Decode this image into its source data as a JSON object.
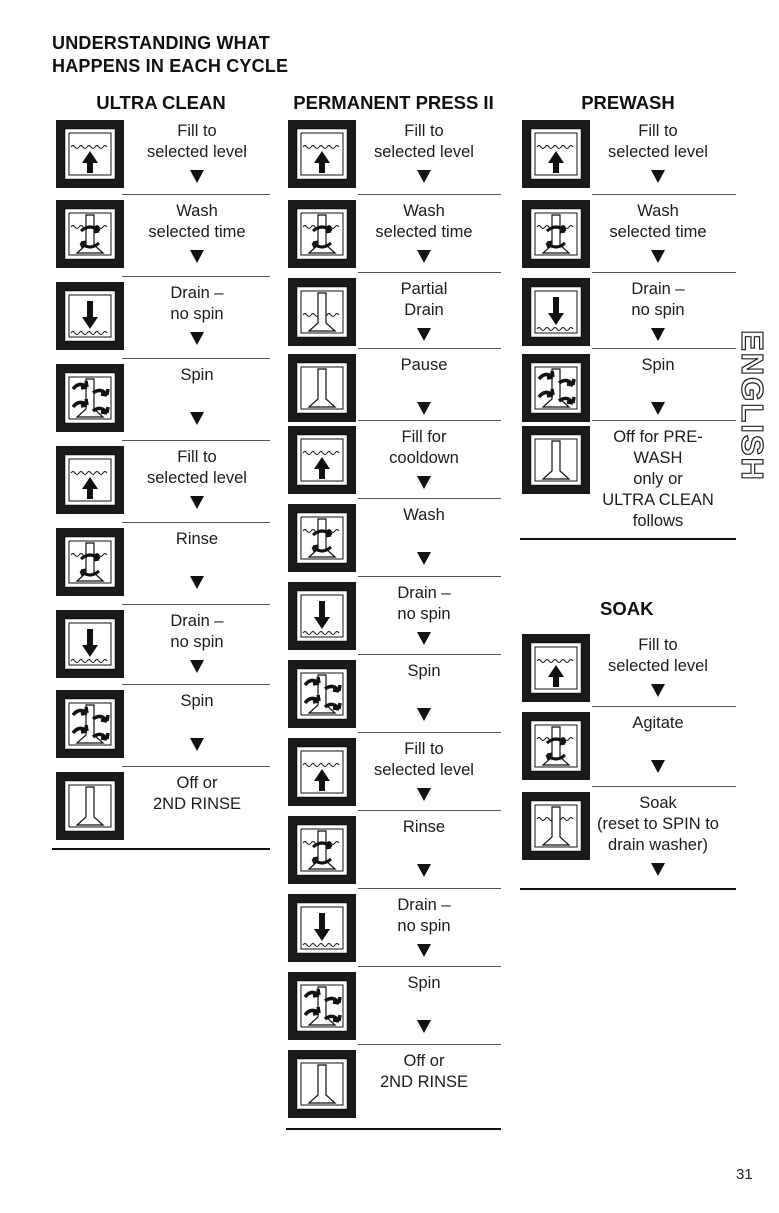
{
  "heading": {
    "line1": "UNDERSTANDING WHAT",
    "line2": "HAPPENS IN EACH CYCLE"
  },
  "side_tab": "ENGLISH",
  "page_number": "31",
  "columns": [
    {
      "title": "ULTRA CLEAN",
      "steps": [
        {
          "icon": "fill-icon",
          "lines": [
            "Fill to",
            "selected level"
          ],
          "arrow": true
        },
        {
          "icon": "wash-icon",
          "lines": [
            "Wash",
            "selected time"
          ],
          "arrow": true
        },
        {
          "icon": "drain-icon",
          "lines": [
            "Drain –",
            "no spin"
          ],
          "arrow": true
        },
        {
          "icon": "spin-icon",
          "lines": [
            "Spin"
          ],
          "arrow": true
        },
        {
          "icon": "fill-icon",
          "lines": [
            "Fill to",
            "selected level"
          ],
          "arrow": true
        },
        {
          "icon": "rinse-icon",
          "lines": [
            "Rinse"
          ],
          "arrow": true
        },
        {
          "icon": "drain-icon",
          "lines": [
            "Drain –",
            "no spin"
          ],
          "arrow": true
        },
        {
          "icon": "spin-icon",
          "lines": [
            "Spin"
          ],
          "arrow": true
        },
        {
          "icon": "off-icon",
          "lines": [
            "Off or",
            "2ND RINSE"
          ],
          "arrow": false
        }
      ]
    },
    {
      "title": "PERMANENT PRESS II",
      "steps": [
        {
          "icon": "fill-icon",
          "lines": [
            "Fill to",
            "selected level"
          ],
          "arrow": true
        },
        {
          "icon": "wash-icon",
          "lines": [
            "Wash",
            "selected time"
          ],
          "arrow": true
        },
        {
          "icon": "partial-drain-icon",
          "lines": [
            "Partial",
            "Drain"
          ],
          "arrow": true
        },
        {
          "icon": "pause-icon",
          "lines": [
            "Pause"
          ],
          "arrow": true
        },
        {
          "icon": "fill-icon",
          "lines": [
            "Fill for",
            "cooldown"
          ],
          "arrow": true
        },
        {
          "icon": "wash-icon",
          "lines": [
            "Wash"
          ],
          "arrow": true
        },
        {
          "icon": "drain-icon",
          "lines": [
            "Drain –",
            "no spin"
          ],
          "arrow": true
        },
        {
          "icon": "spin-icon",
          "lines": [
            "Spin"
          ],
          "arrow": true
        },
        {
          "icon": "fill-icon",
          "lines": [
            "Fill to",
            "selected level"
          ],
          "arrow": true
        },
        {
          "icon": "rinse-icon",
          "lines": [
            "Rinse"
          ],
          "arrow": true
        },
        {
          "icon": "drain-icon",
          "lines": [
            "Drain –",
            "no spin"
          ],
          "arrow": true
        },
        {
          "icon": "spin-icon",
          "lines": [
            "Spin"
          ],
          "arrow": true
        },
        {
          "icon": "off-icon",
          "lines": [
            "Off or",
            "2ND RINSE"
          ],
          "arrow": false
        }
      ]
    },
    {
      "title": "PREWASH",
      "steps": [
        {
          "icon": "fill-icon",
          "lines": [
            "Fill to",
            "selected level"
          ],
          "arrow": true
        },
        {
          "icon": "wash-icon",
          "lines": [
            "Wash",
            "selected time"
          ],
          "arrow": true
        },
        {
          "icon": "drain-icon",
          "lines": [
            "Drain –",
            "no spin"
          ],
          "arrow": true
        },
        {
          "icon": "spin-icon",
          "lines": [
            "Spin"
          ],
          "arrow": true
        },
        {
          "icon": "off-icon",
          "lines": [
            "Off for PRE-",
            "WASH",
            "only or",
            "ULTRA CLEAN",
            "follows"
          ],
          "arrow": false
        }
      ]
    },
    {
      "title": "SOAK",
      "steps": [
        {
          "icon": "fill-icon",
          "lines": [
            "Fill to",
            "selected level"
          ],
          "arrow": true
        },
        {
          "icon": "wash-icon",
          "lines": [
            "Agitate"
          ],
          "arrow": true
        },
        {
          "icon": "soak-icon",
          "lines": [
            "Soak",
            "(reset to SPIN to",
            "drain washer)"
          ],
          "arrow": true
        }
      ]
    }
  ]
}
